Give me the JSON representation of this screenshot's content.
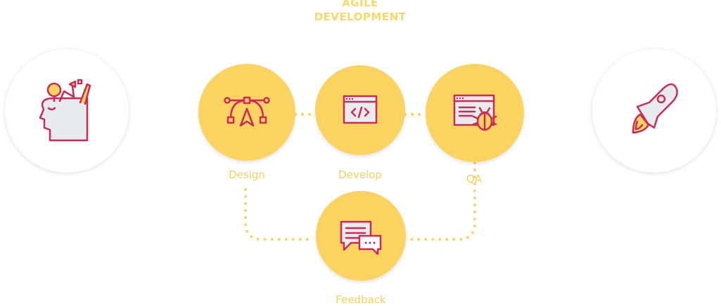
{
  "title": {
    "line1": "AGILE",
    "line2": "DEVELOPMENT"
  },
  "stages": {
    "design": "Design",
    "develop": "Develop",
    "qa": "QA",
    "feedback": "Feedback"
  },
  "colors": {
    "accent_yellow": "#fad360",
    "icon_stroke": "#cc2a55",
    "label_yellow": "#f5cf5e",
    "icon_fill_light": "#e9ecef"
  },
  "icons": {
    "left": "creative-head-icon",
    "design": "vector-pen-icon",
    "develop": "code-window-icon",
    "qa": "bug-window-icon",
    "feedback": "chat-bubbles-icon",
    "right": "rocket-icon"
  }
}
